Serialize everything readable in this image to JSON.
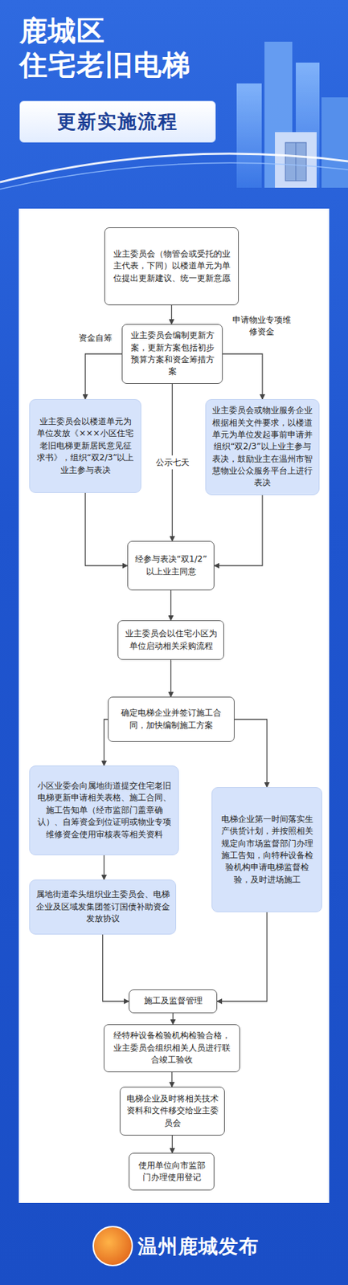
{
  "diagram": {
    "title": "鹿城区 住宅老旧电梯",
    "nodes": [
      {
        "text": [
          "更新实施流程"
        ]
      },
      {
        "text": [
          "业主委员会（物管会或受托的业主代表，下同）以楼道单元为单位提出更新建议、统一更新意愿"
        ]
      },
      {
        "text": [
          "业主委员会编制更新方案，更新方案包括初步预算方案和资金筹措方案"
        ]
      },
      {
        "text": [
          "业主委员会以楼道单元为单位发放《×××小区住宅老旧电梯更新居民意见征求书》，组织“双2/3”以上业主参与表决"
        ]
      },
      {
        "text": [
          "业主委员会或物业服务企业根据相关文件要求，以楼道单元为单位发起事前申请并组织“双2/3”以上业主参与表决，鼓励业主在温州市智慧物业公众服务平台上进行表决"
        ]
      },
      {
        "text": [
          "经参与表决“双1/2”以上业主同意"
        ]
      },
      {
        "text": [
          "业主委员会以住宅小区为单位启动相关采购流程"
        ]
      },
      {
        "text": [
          "确定电梯企业并签订施工合同，加快编制施工方案"
        ]
      },
      {
        "text": [
          "小区业委会向属地街道提交住宅老旧电梯更新申请相关表格、施工合同、施工告知单（经市监部门盖章确认）、自筹资金到位证明或物业专项维修资金使用审核表等相关资料"
        ]
      },
      {
        "text": [
          "电梯企业第一时间落实生产供货计划，并按照相关规定向市场监督部门办理施工告知，向特种设备检验机构申请电梯监督检验，及时进场施工"
        ]
      },
      {
        "text": [
          "属地街道牵头组织业主委员会、电梯企业及区域发集团签订国债补助资金发放协议"
        ]
      },
      {
        "text": [
          "施工及监督管理"
        ]
      },
      {
        "text": [
          "经特种设备检验机构检验合格，业主委员会组织相关人员进行联合竣工验收"
        ]
      },
      {
        "text": [
          "电梯企业及时将相关技术资料和文件移交给业主委员会"
        ]
      },
      {
        "text": [
          "使用单位向市监部门办理使用登记"
        ]
      }
    ],
    "edges": [
      {
        "from": 1,
        "to": 2,
        "arrow": "to"
      },
      {
        "from": 2,
        "to": 3,
        "arrow": "to",
        "label": "资金自筹"
      },
      {
        "from": 2,
        "to": 4,
        "arrow": "to",
        "label": "申请物业专项维修资金"
      },
      {
        "from": 2,
        "to": 5,
        "arrow": "to",
        "label": "公示七天"
      },
      {
        "from": 3,
        "to": 5,
        "arrow": "to"
      },
      {
        "from": 4,
        "to": 5,
        "arrow": "to"
      },
      {
        "from": 5,
        "to": 6,
        "arrow": "to"
      },
      {
        "from": 6,
        "to": 7,
        "arrow": "to"
      },
      {
        "from": 7,
        "to": 8,
        "arrow": "to"
      },
      {
        "from": 7,
        "to": 9,
        "arrow": "to"
      },
      {
        "from": 8,
        "to": 10,
        "arrow": "to"
      },
      {
        "from": 10,
        "to": 11,
        "arrow": "to"
      },
      {
        "from": 9,
        "to": 11,
        "arrow": "to"
      },
      {
        "from": 11,
        "to": 12,
        "arrow": "to"
      },
      {
        "from": 12,
        "to": 13,
        "arrow": "to"
      },
      {
        "from": 13,
        "to": 14,
        "arrow": "to"
      }
    ],
    "labels": [
      "温州鹿城发布"
    ]
  }
}
